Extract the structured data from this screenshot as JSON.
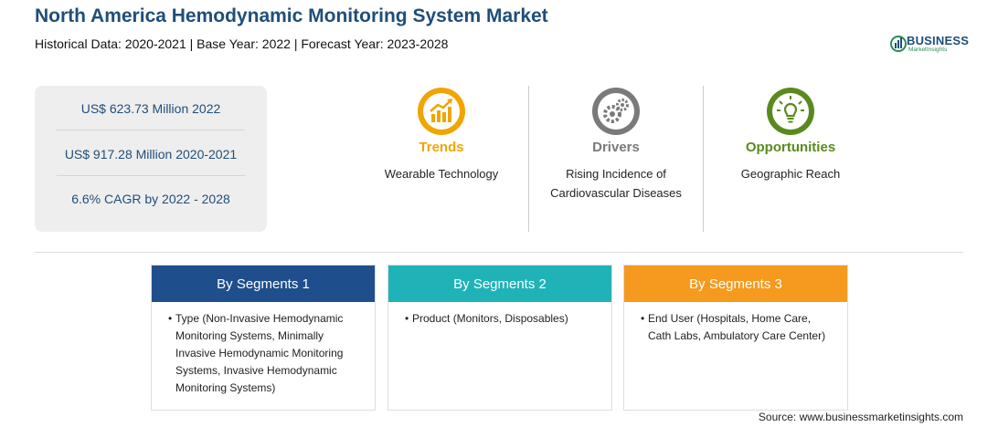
{
  "header": {
    "title": "North America Hemodynamic Monitoring System Market",
    "subtitle": "Historical Data: 2020-2021 | Base Year: 2022 | Forecast Year: 2023-2028"
  },
  "logo": {
    "brand": "BUSINESS",
    "sub": "MarketInsights"
  },
  "stats": [
    "US$ 623.73 Million 2022",
    "US$ 917.28 Million 2020-2021",
    "6.6% CAGR by 2022 - 2028"
  ],
  "features": [
    {
      "label": "Trends",
      "desc": "Wearable Technology",
      "color": "#f0a500",
      "icon": "chart-icon"
    },
    {
      "label": "Drivers",
      "desc": "Rising Incidence of Cardiovascular Diseases",
      "color": "#7a7a7a",
      "icon": "gears-icon"
    },
    {
      "label": "Opportunities",
      "desc": "Geographic Reach",
      "color": "#5a8a1f",
      "icon": "lightbulb-icon"
    }
  ],
  "segments": [
    {
      "title": "By Segments 1",
      "color": "#1f4e8c",
      "item": "Type (Non-Invasive Hemodynamic Monitoring Systems, Minimally Invasive Hemodynamic Monitoring Systems, Invasive Hemodynamic Monitoring Systems)"
    },
    {
      "title": "By Segments 2",
      "color": "#1fb3b8",
      "item": "Product (Monitors, Disposables)"
    },
    {
      "title": "By Segments 3",
      "color": "#f59a1f",
      "item": "End User (Hospitals, Home Care, Cath Labs, Ambulatory Care Center)"
    }
  ],
  "source": "Source: www.businessmarketinsights.com"
}
